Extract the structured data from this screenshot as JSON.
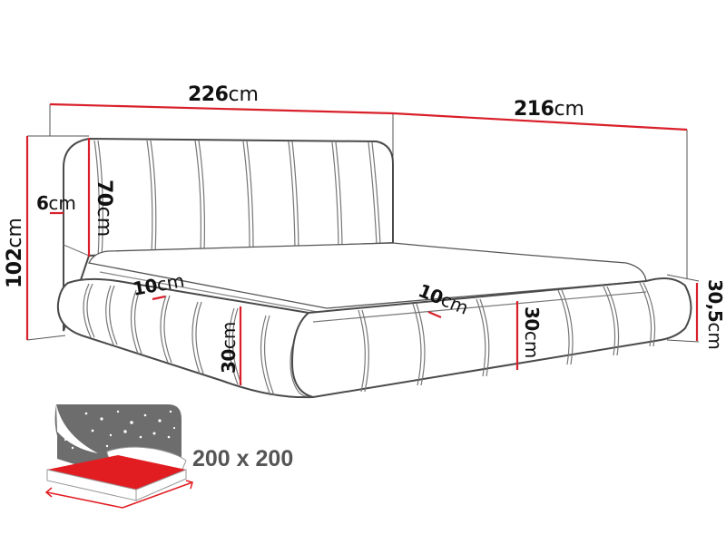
{
  "diagram": {
    "subject": "Upholstered bed dimension drawing",
    "colors": {
      "dimension_line": "#d9202a",
      "outline": "#4a4a4a",
      "guide_line": "#555555",
      "icon_gray": "#6d6d6d",
      "icon_red": "#e11d22",
      "label_text": "#111111",
      "size_text": "#555555"
    },
    "dimensions": {
      "width": {
        "value": "226",
        "unit": "cm"
      },
      "length": {
        "value": "216",
        "unit": "cm"
      },
      "total_height": {
        "value": "102",
        "unit": "cm"
      },
      "headboard_height": {
        "value": "70",
        "unit": "cm"
      },
      "headboard_thickness": {
        "value": "6",
        "unit": "cm"
      },
      "frame_roll_left": {
        "value": "10",
        "unit": "cm"
      },
      "frame_height_left": {
        "value": "30",
        "unit": "cm"
      },
      "frame_roll_front": {
        "value": "10",
        "unit": "cm"
      },
      "frame_height_front": {
        "value": "30",
        "unit": "cm"
      },
      "side_height": {
        "value": "30,5",
        "unit": "cm"
      }
    },
    "mattress_icon": {
      "icon": "bed-with-starry-night-icon",
      "size_label": "200 x 200"
    }
  }
}
